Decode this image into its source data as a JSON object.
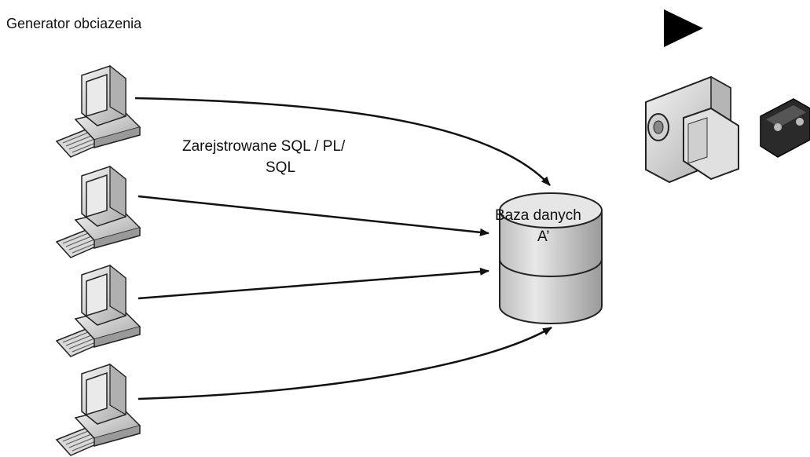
{
  "title": "Generator obciazenia",
  "arrow_label": {
    "line1": "Zarejstrowane SQL / PL/",
    "line2": "SQL"
  },
  "database": {
    "line1": "Baza danych",
    "line2": "A’"
  },
  "icons": {
    "clients": [
      "computer-icon",
      "computer-icon",
      "computer-icon",
      "computer-icon"
    ],
    "play": "play-icon",
    "camera": "video-camera-icon",
    "tape": "video-cassette-icon",
    "database": "database-cylinder-icon"
  },
  "colors": {
    "line": "#111111",
    "db_fill": "#d4d4d4",
    "db_top": "#e6e6e6",
    "device": "#c8c8c8"
  }
}
